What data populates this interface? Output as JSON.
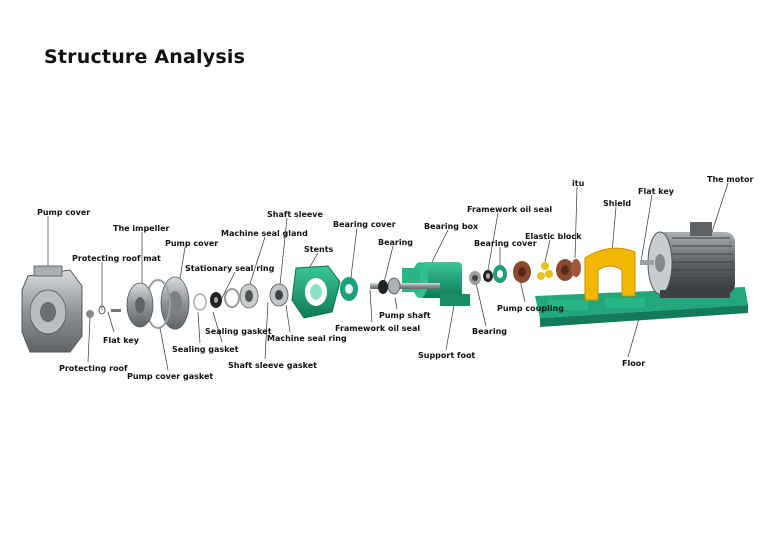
{
  "title": "Structure Analysis",
  "labels": {
    "pump_cover_1": "Pump cover",
    "protecting_roof_mat": "Protecting roof mat",
    "the_impeller": "The impeller",
    "pump_cover_2": "Pump cover",
    "stationary_seal_ring": "Stationary seal ring",
    "machine_seal_gland": "Machine seal gland",
    "shaft_sleeve": "Shaft sleeve",
    "stents": "Stents",
    "bearing_cover_1": "Bearing cover",
    "bearing_1": "Bearing",
    "bearing_box": "Bearing box",
    "framework_oil_seal_1": "Framework oil seal",
    "bearing_cover_2": "Bearing cover",
    "elastic_block": "Elastic block",
    "itu": "itu",
    "shield": "Shield",
    "flat_key_1": "Flat key",
    "the_motor": "The motor",
    "flat_key_2": "Flat key",
    "protecting_roof": "Protecting roof",
    "pump_cover_gasket": "Pump cover gasket",
    "sealing_gasket_1": "Sealing gasket",
    "sealing_gasket_2": "Sealing gasket",
    "shaft_sleeve_gasket": "Shaft sleeve gasket",
    "machine_seal_ring": "Machine seal ring",
    "framework_oil_seal_2": "Framework oil seal",
    "pump_shaft": "Pump shaft",
    "support_foot": "Support foot",
    "pump_coupling": "Pump coupling",
    "bearing_2": "Bearing",
    "floor": "Floor"
  },
  "colors": {
    "steel": "#9aa0a4",
    "green": "#1fa07a",
    "dark_green": "#137a5b",
    "rubber": "#8a4a32",
    "yellow": "#f2b705",
    "motor": "#6e7478"
  }
}
